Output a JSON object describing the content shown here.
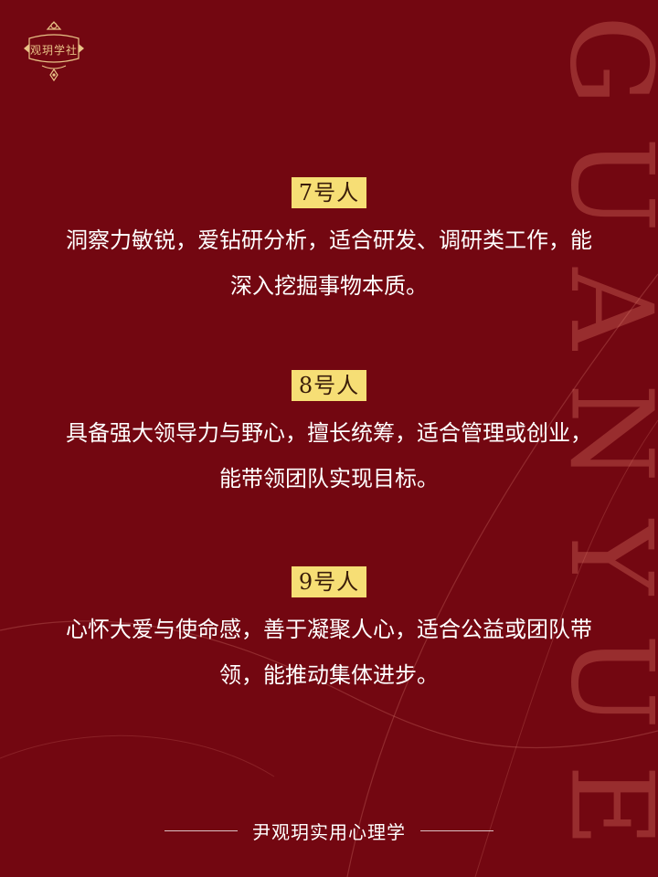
{
  "brand": {
    "logo_text": "观玥学社",
    "watermark_letters": [
      "G",
      "U",
      "A",
      "N",
      "Y",
      "U",
      "E"
    ]
  },
  "sections": [
    {
      "heading": "7号人",
      "lines": [
        "洞察力敏锐，爱钻研分析，适合研发、调研类工作，能",
        "深入挖掘事物本质。"
      ]
    },
    {
      "heading": "8号人",
      "lines": [
        "具备强大领导力与野心，擅长统筹，适合管理或创业，",
        "能带领团队实现目标。"
      ]
    },
    {
      "heading": "9号人",
      "lines": [
        "心怀大爱与使命感，善于凝聚人心，适合公益或团队带",
        "领，能推动集体进步。"
      ]
    }
  ],
  "footer": {
    "text": "尹观玥实用心理学"
  },
  "colors": {
    "background": "#730711",
    "heading_highlight": "#f6de75",
    "logo_gold": "#e9c387"
  }
}
